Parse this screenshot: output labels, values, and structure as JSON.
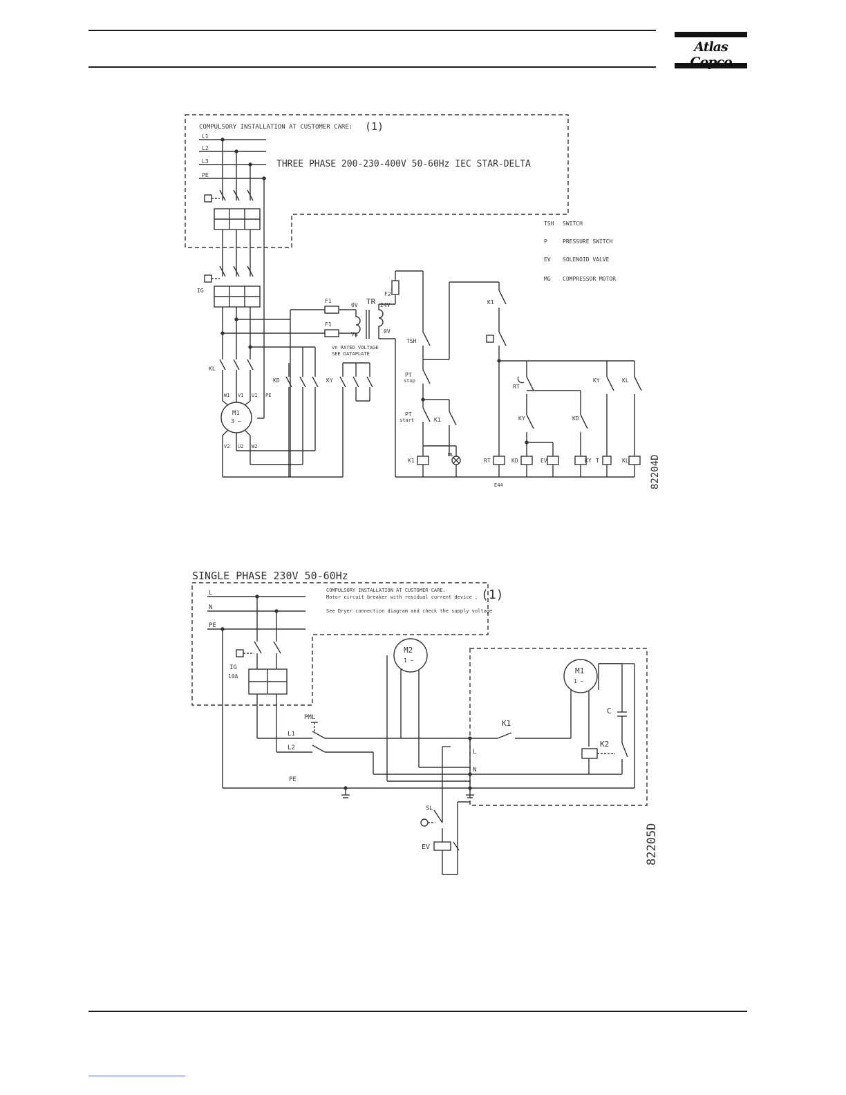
{
  "header": {
    "logo_text": "Atlas Copco"
  },
  "diagram1": {
    "title": "THREE PHASE 200-230-400V 50-60Hz IEC STAR-DELTA",
    "compulsory": "COMPULSORY INSTALLATION AT CUSTOMER CARE:",
    "note_mark": "(1)",
    "ref": "82204D",
    "lines": [
      "L1",
      "L2",
      "L3",
      "PE"
    ],
    "legend": [
      {
        "code": "TSH",
        "desc": "SWITCH"
      },
      {
        "code": "P",
        "desc": "PRESSURE SWITCH"
      },
      {
        "code": "EV",
        "desc": "SOLENOID VALVE"
      },
      {
        "code": "MG",
        "desc": "COMPRESSOR MOTOR"
      }
    ],
    "labels": {
      "ig": "IG",
      "kl": "KL",
      "kd": "KD",
      "ky": "KY",
      "k1": "K1",
      "f1": "F1",
      "f2": "F2",
      "tr": "TR",
      "v0": "0V",
      "v24": "24V",
      "vn": "Vn",
      "vn_note1": "Vn RATED VOLTAGE",
      "vn_note2": "SEE DATAPLATE",
      "tsh": "TSH",
      "pt": "PT",
      "stop": "stop",
      "start": "start",
      "m1": "M1",
      "m1_sub": "3 ~",
      "rt": "RT",
      "ev": "EV",
      "ml": "ML",
      "u1": "U1",
      "v1": "V1",
      "w1": "W1",
      "u2": "U2",
      "v2": "V2",
      "w2": "W2",
      "pe": "PE",
      "t": "T",
      "em": "E44"
    }
  },
  "diagram2": {
    "title": "SINGLE PHASE 230V 50-60Hz",
    "compulsory1": "COMPULSORY INSTALLATION AT CUSTOMER CARE.",
    "compulsory2": "Motor circuit breaker  with residual current device  ;",
    "compulsory3": "See Dryer connection diagram and check the supply voltage",
    "note_mark": "(1)",
    "ref": "82205D",
    "labels": {
      "l": "L",
      "n": "N",
      "pe": "PE",
      "ig": "IG",
      "ig_rating": "10A",
      "pml": "PML",
      "l1": "L1",
      "l2": "L2",
      "m2": "M2",
      "m2_sub": "1 ~",
      "m1": "M1",
      "m1_sub": "1 ~",
      "k1": "K1",
      "k2": "K2",
      "c": "C",
      "sl": "SL",
      "ev": "EV",
      "t_l": "L",
      "t_n": "N"
    }
  }
}
